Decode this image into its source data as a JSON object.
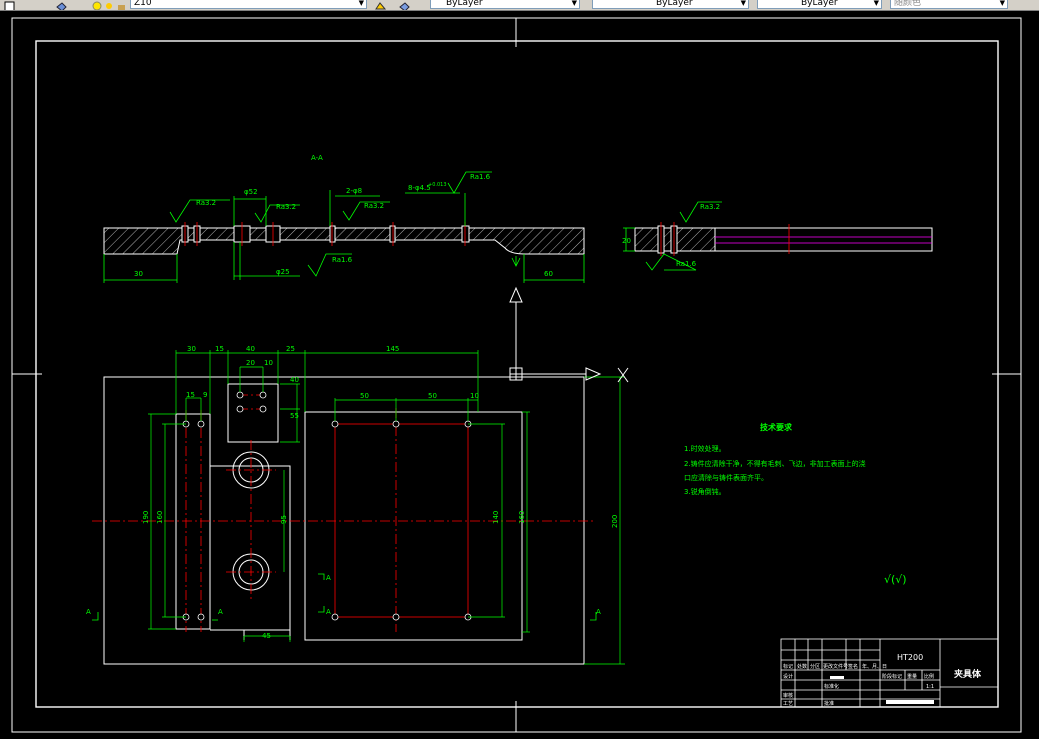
{
  "toolbar": {
    "layer_combo": "Z10",
    "color_combo": "ByLayer",
    "linetype_combo": "ByLayer",
    "lineweight_combo": "ByLayer",
    "plotstyle_combo": "随颜色"
  },
  "colors": {
    "background": "#000000",
    "outline": "#ffffff",
    "dimension": "#00ff00",
    "centerline": "#ff0000",
    "hidden": "#ff00ff",
    "toolbar": "#d4d0c8"
  },
  "section_view": {
    "label": "A-A",
    "roughness": [
      "Ra3.2",
      "Ra3.2",
      "Ra3.2",
      "Ra1.6",
      "Ra1.6"
    ],
    "dims": {
      "diam_top": "φ52",
      "holes": "2-φ8",
      "bore": "8-φ4.5",
      "tol": "+0.013",
      "diam_bottom": "φ25",
      "left": "30",
      "right": "60"
    }
  },
  "side_view": {
    "thickness": "20",
    "roughness_top": "Ra3.2",
    "roughness_bottom": "Ra1.6"
  },
  "plan_view": {
    "top_dims": [
      "30",
      "15",
      "40",
      "25",
      "145"
    ],
    "inner_dims": [
      "20",
      "10"
    ],
    "hole_dims": [
      "15",
      "9"
    ],
    "right_dims": [
      "50",
      "50",
      "10"
    ],
    "small_dims": [
      "40",
      "55"
    ],
    "left_heights": [
      "190",
      "160"
    ],
    "center_dim": "95",
    "right_heights": [
      "140",
      "160"
    ],
    "overall_height": "200",
    "bottom_dim": "45",
    "section_marks": [
      "A",
      "A",
      "A",
      "A",
      "A"
    ]
  },
  "tech_requirements": {
    "title": "技术要求",
    "lines": [
      "1.时效处理。",
      "2.铸件应清除干净，不得有毛刺、飞边，非加工表面上的浇",
      "口应清除与铸件表面齐平。",
      "3.锐角倒钝。"
    ],
    "roughness_symbol": "√(√)"
  },
  "title_block": {
    "material": "HT200",
    "part_name": "夹具体",
    "row_labels": [
      "标记",
      "设计",
      "审核",
      "工艺"
    ],
    "row_headers": [
      "处数",
      "分区",
      "更改文件号",
      "签名",
      "年、月、日"
    ],
    "cols": [
      "阶段标记",
      "重量",
      "比例"
    ],
    "scale": "1:1",
    "std": "标准化",
    "approve": "批准"
  }
}
